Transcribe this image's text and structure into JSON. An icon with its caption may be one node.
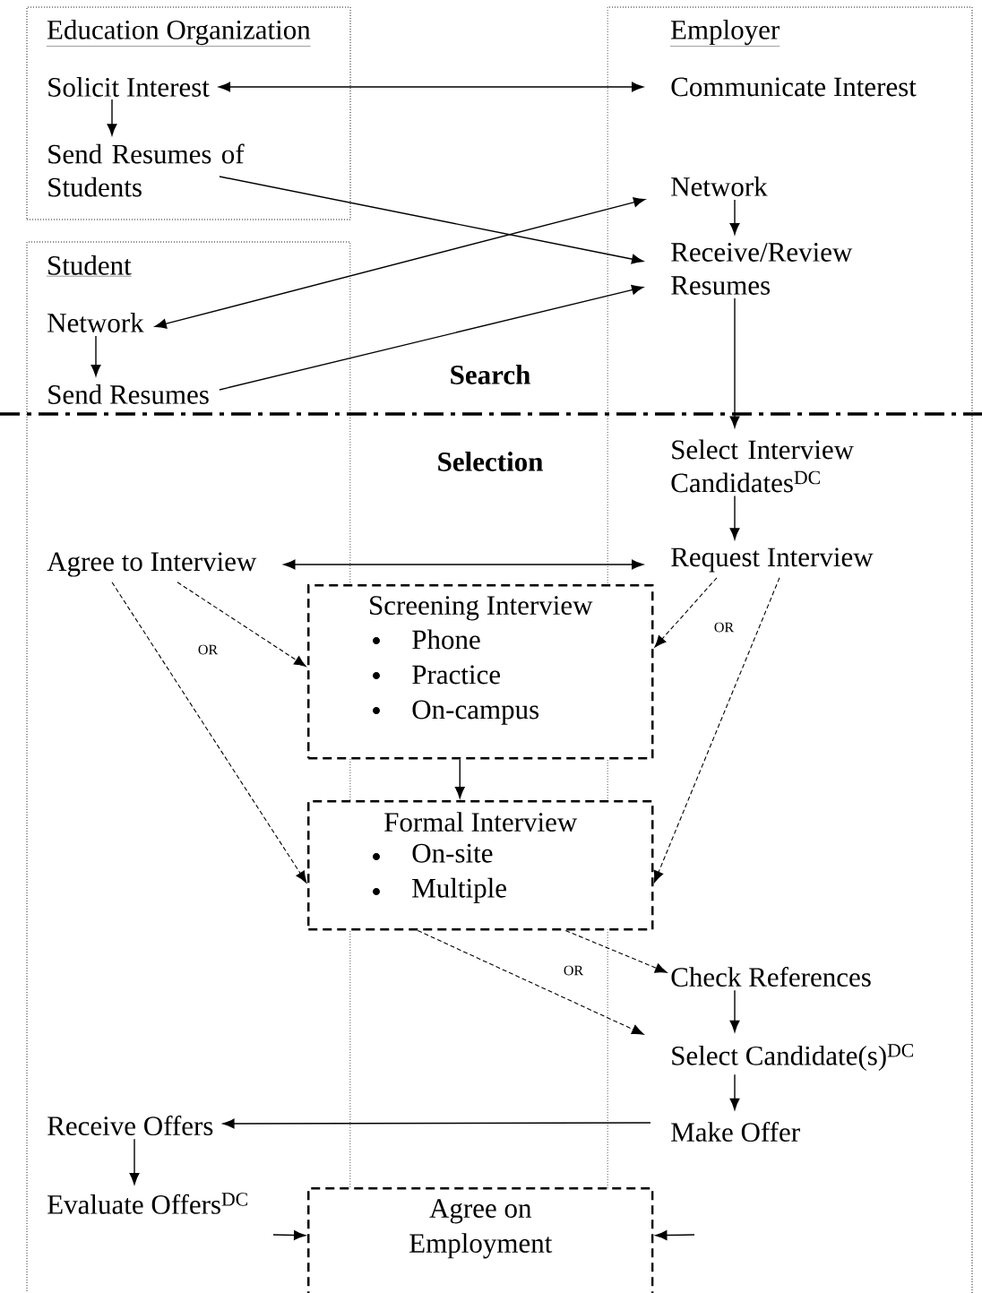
{
  "diagram": {
    "nodes": [
      {
        "text": [
          "Education Organization"
        ]
      },
      {
        "text": [
          "Solicit Interest"
        ],
        "in": 0
      },
      {
        "text": [
          "Send Resumes of Students"
        ],
        "in": 0
      },
      {
        "text": [
          "Student"
        ]
      },
      {
        "text": [
          "Network"
        ],
        "in": 3
      },
      {
        "text": [
          "Send Resumes"
        ],
        "in": 3
      },
      {
        "text": [
          "Employer"
        ]
      },
      {
        "text": [
          "Communicate Interest"
        ],
        "in": 6
      },
      {
        "text": [
          "Network"
        ],
        "in": 6
      },
      {
        "text": [
          "Receive/Review Resumes"
        ],
        "in": 6
      },
      {
        "text": [
          "Select Interview Candidates$^{DC}$"
        ],
        "in": 6
      },
      {
        "text": [
          "Request Interview"
        ],
        "in": 6
      },
      {
        "text": [
          "Agree to Interview"
        ],
        "in": 3
      },
      {
        "text": [
          "Screening Interview",
          "Phone",
          "Practice",
          "On-campus"
        ]
      },
      {
        "text": [
          "Formal Interview",
          "On-site",
          "Multiple"
        ]
      },
      {
        "text": [
          "Check References"
        ],
        "in": 6
      },
      {
        "text": [
          "Select Candidate(s)$^{DC}$"
        ],
        "in": 6
      },
      {
        "text": [
          "Make Offer"
        ],
        "in": 6
      },
      {
        "text": [
          "Receive Offers"
        ],
        "in": 3
      },
      {
        "text": [
          "Evaluate Offers$^{DC}$"
        ],
        "in": 3
      },
      {
        "text": [
          "Agree on Employment"
        ]
      }
    ],
    "edges": [
      {
        "from": 1,
        "to": 7,
        "arrow": "both"
      },
      {
        "from": 1,
        "to": 2,
        "arrow": "to"
      },
      {
        "from": 2,
        "to": 9,
        "arrow": "to"
      },
      {
        "from": 4,
        "to": 8,
        "arrow": "both"
      },
      {
        "from": 8,
        "to": 9,
        "arrow": "to"
      },
      {
        "from": 4,
        "to": 5,
        "arrow": "to"
      },
      {
        "from": 5,
        "to": 9,
        "arrow": "to"
      },
      {
        "from": 9,
        "to": 10,
        "arrow": "to"
      },
      {
        "from": 10,
        "to": 11,
        "arrow": "to"
      },
      {
        "from": 12,
        "to": 11,
        "arrow": "both"
      },
      {
        "from": 12,
        "to": 13,
        "arrow": "to",
        "style": "dashed"
      },
      {
        "from": 12,
        "to": 14,
        "arrow": "to",
        "style": "dashed"
      },
      {
        "from": 11,
        "to": 13,
        "arrow": "to",
        "style": "dashed"
      },
      {
        "from": 11,
        "to": 14,
        "arrow": "to",
        "style": "dashed"
      },
      {
        "from": 13,
        "to": 14,
        "arrow": "to"
      },
      {
        "from": 14,
        "to": 15,
        "arrow": "to",
        "style": "dashed"
      },
      {
        "from": 14,
        "to": 16,
        "arrow": "to",
        "style": "dashed"
      },
      {
        "from": 15,
        "to": 16,
        "arrow": "to"
      },
      {
        "from": 16,
        "to": 17,
        "arrow": "to"
      },
      {
        "from": 17,
        "to": 18,
        "arrow": "to"
      },
      {
        "from": 18,
        "to": 19,
        "arrow": "to"
      },
      {
        "from": null,
        "to": 20,
        "arrow": "to"
      },
      {
        "from": null,
        "to": 20,
        "arrow": "to"
      }
    ],
    "labels": [
      "Search",
      "Selection",
      "OR",
      "OR",
      "OR"
    ]
  }
}
